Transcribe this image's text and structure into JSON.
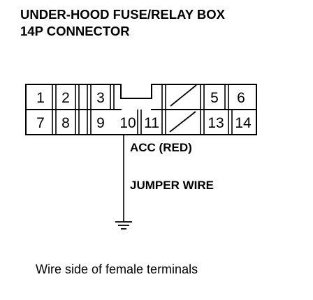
{
  "diagram": {
    "title_lines": [
      "UNDER-HOOD FUSE/RELAY BOX",
      "14P CONNECTOR"
    ],
    "connector": {
      "top_row": [
        "1",
        "2",
        "3",
        "",
        "",
        "5",
        "6"
      ],
      "bottom_row": [
        "7",
        "8",
        "9",
        "10",
        "11",
        "",
        "13",
        "14"
      ]
    },
    "wire_labels": {
      "acc": "ACC (RED)",
      "jumper": "JUMPER WIRE"
    },
    "caption": "Wire side of female terminals"
  }
}
